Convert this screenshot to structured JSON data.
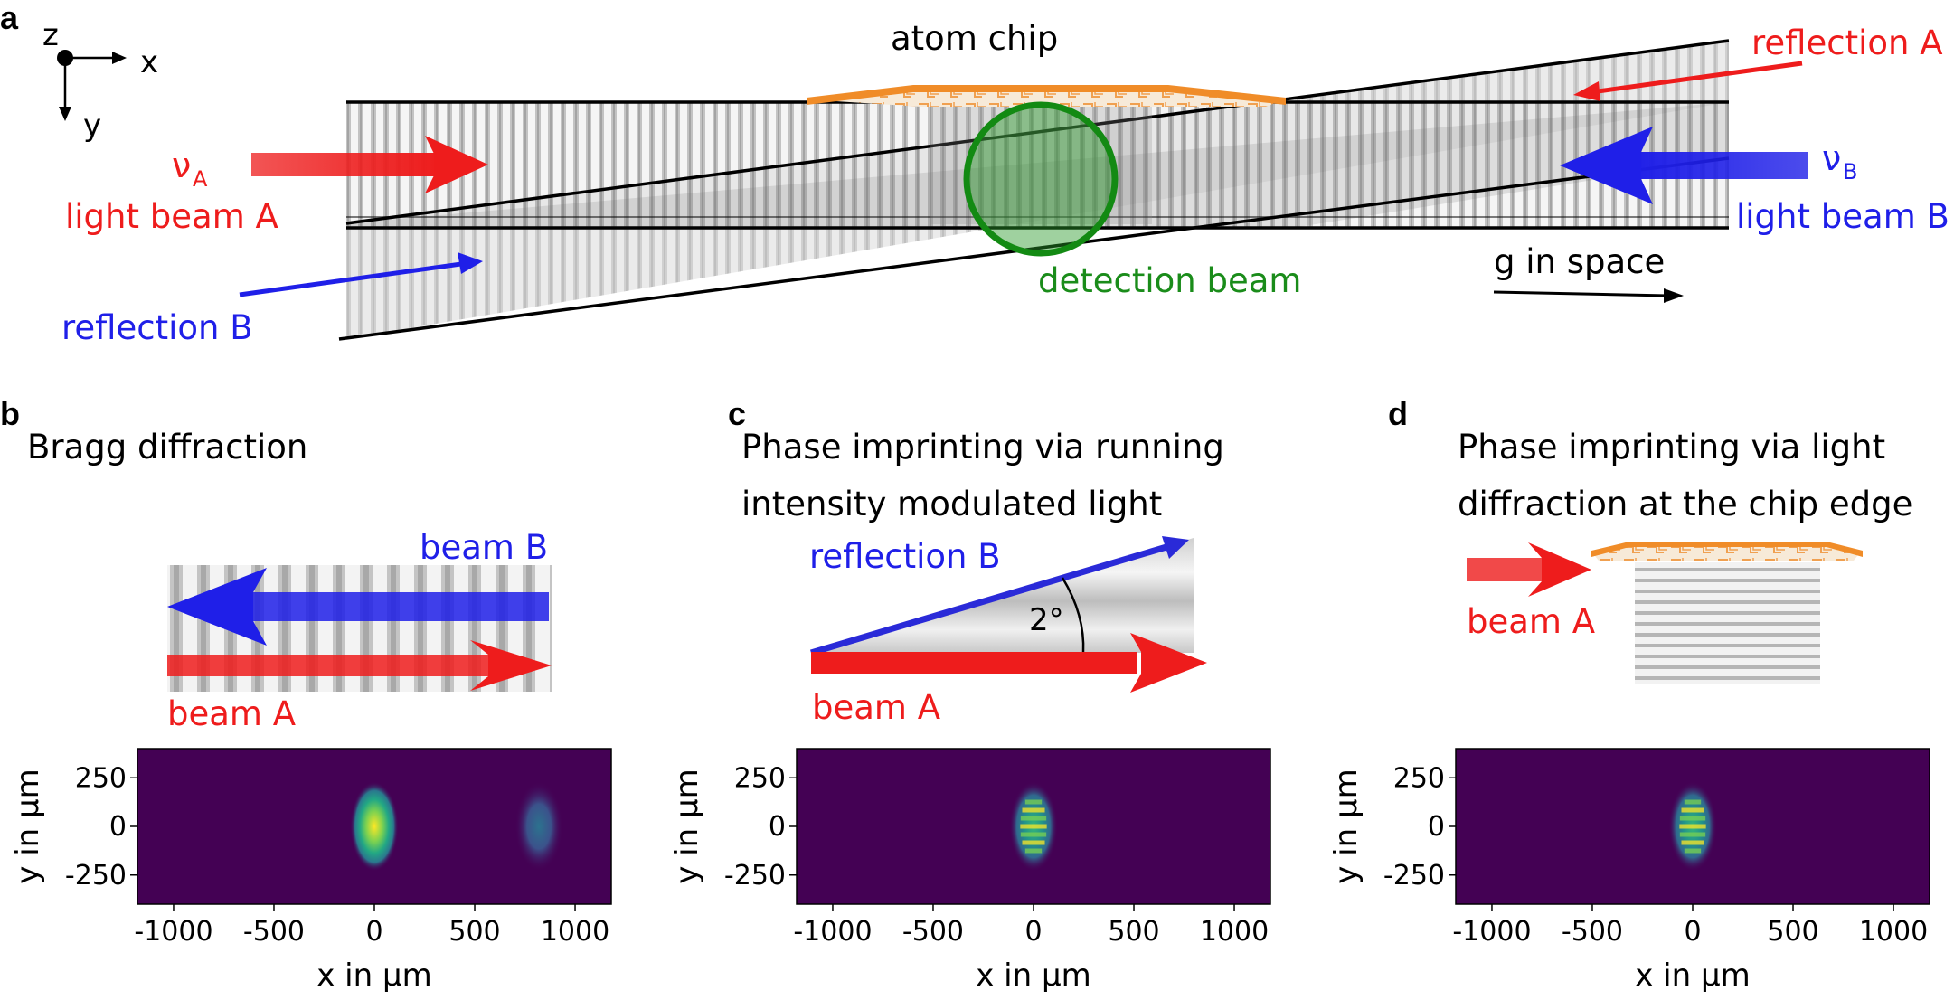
{
  "panel_a": {
    "letter": "a",
    "axes": {
      "z": "z",
      "x": "x",
      "y": "y"
    },
    "atom_chip": "atom chip",
    "reflection_a": "reflection A",
    "nu_a": "ν",
    "nu_a_sub": "A",
    "light_beam_a": "light beam A",
    "nu_b": "ν",
    "nu_b_sub": "B",
    "light_beam_b": "light beam B",
    "reflection_b": "reflection B",
    "detection_beam": "detection beam",
    "g_in_space": "g in space"
  },
  "panel_b": {
    "letter": "b",
    "title": "Bragg diffraction",
    "beam_b": "beam B",
    "beam_a": "beam A"
  },
  "panel_c": {
    "letter": "c",
    "title_line1": "Phase imprinting via running",
    "title_line2": "intensity modulated light",
    "reflection_b": "reflection B",
    "angle": "2°",
    "beam_a": "beam A"
  },
  "panel_d": {
    "letter": "d",
    "title_line1": "Phase imprinting via light",
    "title_line2": "diffraction at the chip edge",
    "beam_a": "beam A"
  },
  "colors": {
    "red": "#ee1c1c",
    "blue": "#1f1fe8",
    "green": "#1a8c1a",
    "orange": "#f08c28",
    "viridis_bg": "#440154"
  },
  "chart_data": [
    {
      "type": "heatmap",
      "panel": "b",
      "xlabel": "x in µm",
      "ylabel": "y in µm",
      "xlim": [
        -1180,
        1180
      ],
      "ylim": [
        -400,
        400
      ],
      "xticks": [
        "-1000",
        "-500",
        "0",
        "500",
        "1000"
      ],
      "xtick_values": [
        -1000,
        -500,
        0,
        500,
        1000
      ],
      "yticks": [
        "250",
        "0",
        "-250"
      ],
      "ytick_values": [
        250,
        0,
        -250
      ],
      "clouds": [
        {
          "x": 0,
          "y": 0,
          "rx": 120,
          "ry": 230,
          "peak": 1.0,
          "fringes": false
        },
        {
          "x": 820,
          "y": 0,
          "rx": 120,
          "ry": 230,
          "peak": 0.35,
          "fringes": false
        }
      ]
    },
    {
      "type": "heatmap",
      "panel": "c",
      "xlabel": "x in µm",
      "ylabel": "y in µm",
      "xlim": [
        -1180,
        1180
      ],
      "ylim": [
        -400,
        400
      ],
      "xticks": [
        "-1000",
        "-500",
        "0",
        "500",
        "1000"
      ],
      "xtick_values": [
        -1000,
        -500,
        0,
        500,
        1000
      ],
      "yticks": [
        "250",
        "0",
        "-250"
      ],
      "ytick_values": [
        250,
        0,
        -250
      ],
      "clouds": [
        {
          "x": 0,
          "y": 0,
          "rx": 120,
          "ry": 230,
          "peak": 0.9,
          "fringes": true
        }
      ]
    },
    {
      "type": "heatmap",
      "panel": "d",
      "xlabel": "x in µm",
      "ylabel": "y in µm",
      "xlim": [
        -1180,
        1180
      ],
      "ylim": [
        -400,
        400
      ],
      "xticks": [
        "-1000",
        "-500",
        "0",
        "500",
        "1000"
      ],
      "xtick_values": [
        -1000,
        -500,
        0,
        500,
        1000
      ],
      "yticks": [
        "250",
        "0",
        "-250"
      ],
      "ytick_values": [
        250,
        0,
        -250
      ],
      "clouds": [
        {
          "x": 0,
          "y": 0,
          "rx": 120,
          "ry": 230,
          "peak": 0.85,
          "fringes": true
        }
      ]
    }
  ]
}
